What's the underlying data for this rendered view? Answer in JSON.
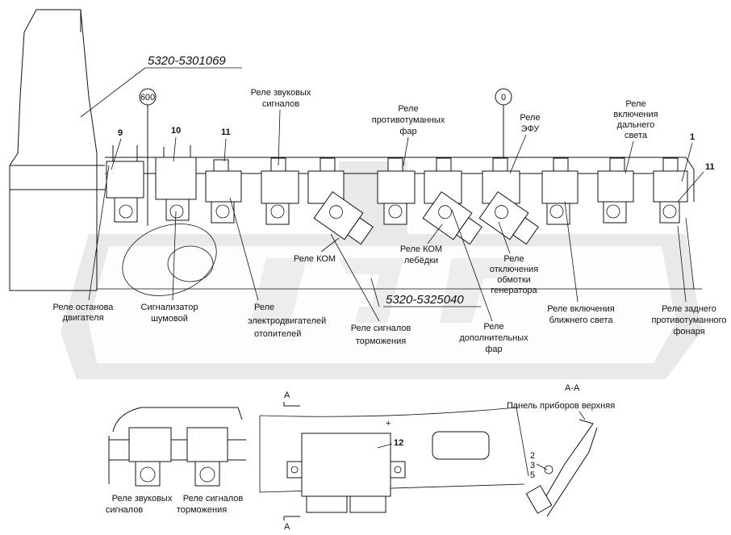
{
  "part_numbers": {
    "top": "5320-5301069",
    "middle": "5320-5325040"
  },
  "circle_marks": {
    "left": "600",
    "right": "0"
  },
  "callouts": {
    "n9": "9",
    "n10": "10",
    "n11a": "11",
    "n1": "1",
    "n11b": "11",
    "n12": "12"
  },
  "labels": {
    "horn_relay": [
      "Реле звуковых",
      "сигналов"
    ],
    "fog_front_relay": [
      "Реле",
      "противотуманных",
      "фар"
    ],
    "efu_relay": [
      "Реле",
      "ЭФУ"
    ],
    "high_beam_relay": [
      "Реле",
      "включения",
      "дальнего",
      "света"
    ],
    "kom_relay": "Реле КОМ",
    "kom_winch_relay": [
      "Реле КОМ",
      "лебёдки"
    ],
    "generator_relay": [
      "Реле",
      "отключения",
      "обмотки",
      "генератора"
    ],
    "engine_stop_relay": [
      "Реле останова",
      "двигателя"
    ],
    "noise_indicator": [
      "Сигнализатор",
      "шумовой"
    ],
    "heater_relay": [
      "Реле",
      "электродвигателей",
      "отопителей"
    ],
    "brake_signal_relay": [
      "Реле сигналов",
      "торможения"
    ],
    "aux_lights_relay": [
      "Реле",
      "дополнительных",
      "фар"
    ],
    "low_beam_relay": [
      "Реле включения",
      "ближнего света"
    ],
    "rear_fog_relay": [
      "Реле заднего",
      "противотуманного",
      "фонаря"
    ]
  },
  "detail": {
    "horn_relay": [
      "Реле звуковых",
      "сигналов"
    ],
    "brake_signal_relay": [
      "Реле сигналов",
      "торможения"
    ],
    "section_top": "А",
    "section_bottom": "А",
    "plus": "+",
    "section_title": "А-А",
    "panel": "Панель приборов верхняя",
    "numbers": [
      "2",
      "3",
      "5"
    ]
  }
}
